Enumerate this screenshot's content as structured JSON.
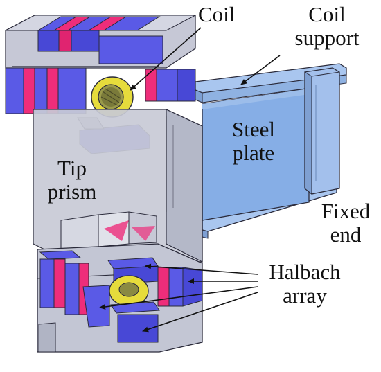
{
  "labels": {
    "coil": "Coil",
    "coil_support_line1": "Coil",
    "coil_support_line2": "support",
    "steel_plate_line1": "Steel",
    "steel_plate_line2": "plate",
    "tip_prism_line1": "Tip",
    "tip_prism_line2": "prism",
    "fixed_end_line1": "Fixed",
    "fixed_end_line2": "end",
    "halbach_line1": "Halbach",
    "halbach_line2": "array"
  },
  "colors": {
    "magnet_blue": "#5a5ae6",
    "magnet_pink": "#ee2d7a",
    "coil_yellow": "#e6dc3c",
    "glass_grey": "#b4b8c8",
    "steel_blue": "#86aee6",
    "outline": "#2a2a3a"
  }
}
